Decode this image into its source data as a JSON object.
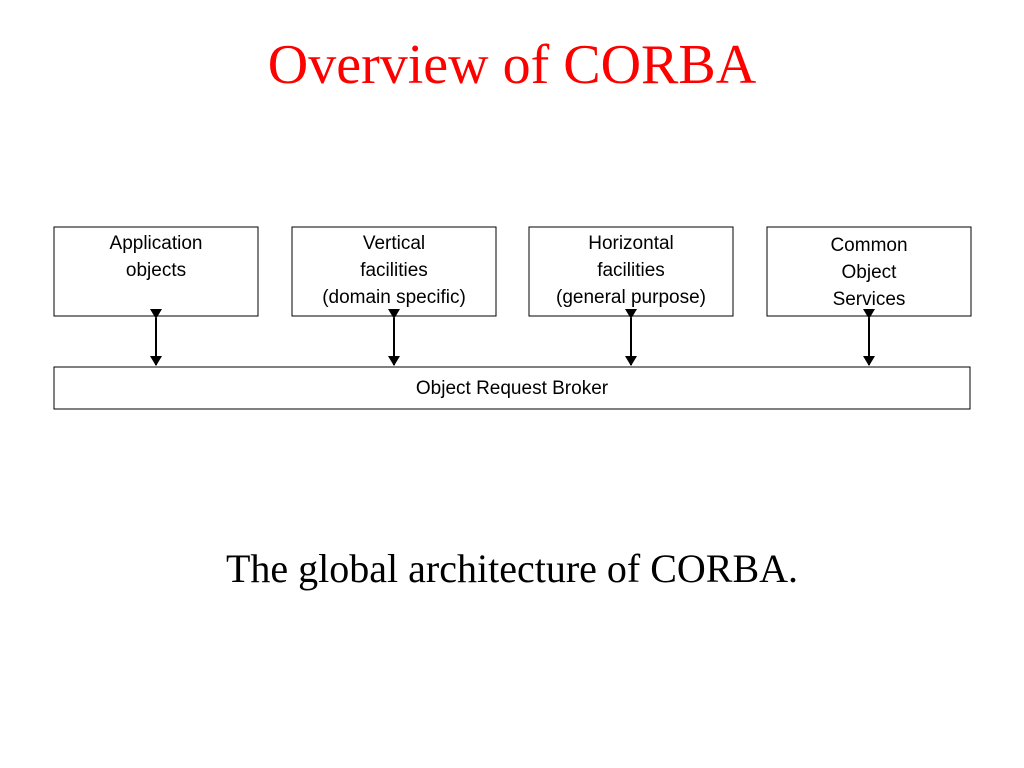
{
  "title": "Overview of CORBA",
  "caption": "The global architecture of CORBA.",
  "colors": {
    "title": "#ff0000",
    "text": "#000000",
    "background": "#ffffff"
  },
  "diagram": {
    "components": [
      {
        "id": "application-objects",
        "lines": [
          "Application",
          "objects"
        ]
      },
      {
        "id": "vertical-facilities",
        "lines": [
          "Vertical",
          "facilities",
          "(domain specific)"
        ]
      },
      {
        "id": "horizontal-facilities",
        "lines": [
          "Horizontal",
          "facilities",
          "(general purpose)"
        ]
      },
      {
        "id": "common-object-services",
        "lines": [
          "Common",
          "Object",
          "Services"
        ]
      }
    ],
    "broker": {
      "label": "Object Request Broker"
    }
  }
}
